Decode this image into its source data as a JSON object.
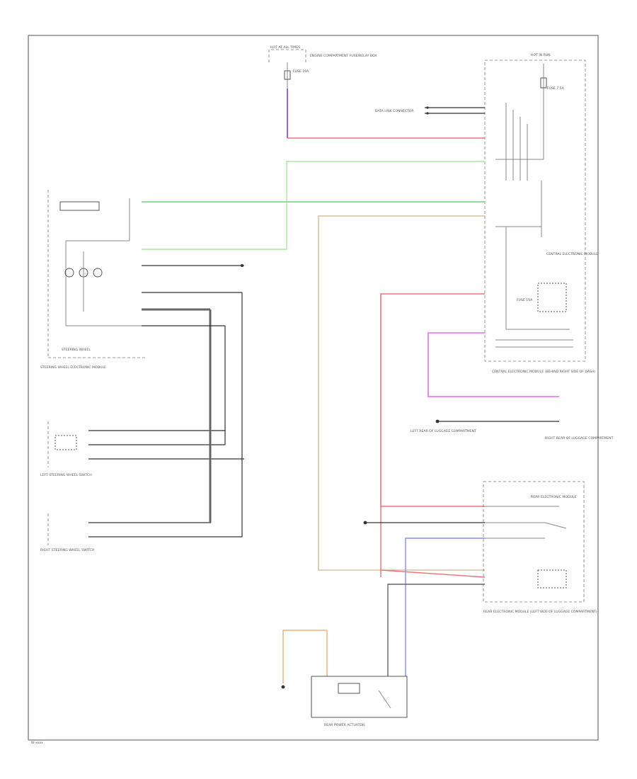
{
  "colors": {
    "wire_red": "#f0707a",
    "wire_green": "#77cc77",
    "wire_light_green": "#a8e8a0",
    "wire_violet": "#8a3acb",
    "wire_magenta": "#e36cf2",
    "wire_tan": "#c8b892",
    "wire_blue": "#8c8cf0",
    "wire_orange": "#e9a060",
    "line": "#444444"
  },
  "labels": {
    "hot_at_all_times": "HOT AT ALL TIMES",
    "fuse_top": "FUSE 10A",
    "fuse_top_desc": "ENGINE COMPARTMENT FUSE/RELAY BOX",
    "hot_in_run": "HOT IN RUN",
    "fuse_right": "FUSE 7.5A",
    "data_link": "DATA LINK CONNECTOR",
    "central_module": "CENTRAL ELECTRONIC MODULE",
    "central_module_bottom": "CENTRAL ELECTRONIC MODULE (BEHIND RIGHT SIDE OF DASH)",
    "fuse_bottom": "FUSE 15A",
    "steering_wheel": "STEERING WHEEL",
    "steering_wheel_module": "STEERING WHEEL ELECTRONIC MODULE",
    "left_steering_switch": "LEFT STEERING WHEEL SWITCH",
    "right_steering_switch": "RIGHT STEERING WHEEL SWITCH",
    "left_rear_ground": "LEFT REAR OF LUGGAGE COMPARTMENT",
    "right_ground": "RIGHT REAR OF LUGGAGE COMPARTMENT",
    "rear_door_module": "REAR ELECTRONIC MODULE",
    "rear_door_desc": "REAR ELECTRONIC MODULE (LEFT SIDE OF LUGGAGE COMPARTMENT)",
    "rear_actuator": "REAR POWER ACTUATOR",
    "footer_code": "W-xxxx"
  }
}
